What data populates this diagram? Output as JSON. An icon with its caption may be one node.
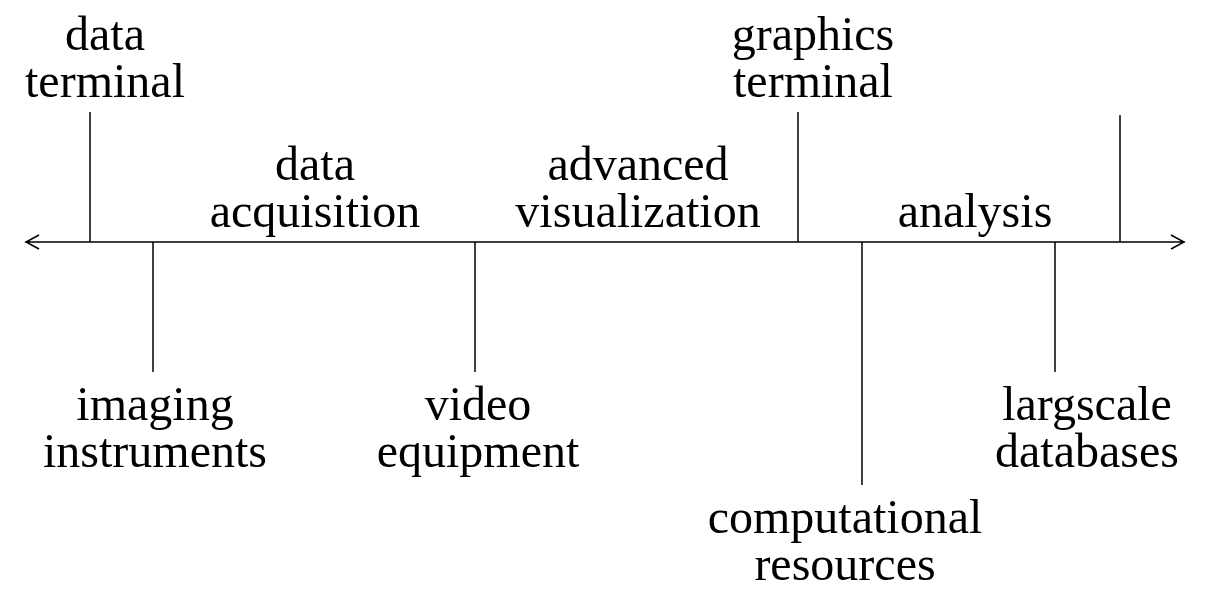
{
  "diagram": {
    "nodes": [
      {
        "text": [
          "data terminal"
        ]
      },
      {
        "text": [
          "graphics terminal"
        ]
      },
      {
        "text": [],
        "shape": "arrow"
      },
      {
        "text": [
          "imaging instruments"
        ]
      },
      {
        "text": [
          "video equipment"
        ]
      },
      {
        "text": [
          "computational resources"
        ]
      },
      {
        "text": [
          "largscale databases"
        ]
      }
    ],
    "edges": [
      {
        "from": 0,
        "to": 2,
        "arrow": "none"
      },
      {
        "from": 1,
        "to": 2,
        "arrow": "none"
      },
      {
        "from": 3,
        "to": 2,
        "arrow": "none"
      },
      {
        "from": 4,
        "to": 2,
        "arrow": "none"
      },
      {
        "from": 5,
        "to": 2,
        "arrow": "none"
      },
      {
        "from": 6,
        "to": 2,
        "arrow": "none"
      }
    ],
    "labels": [
      "data acquisition",
      "advanced visualization",
      "analysis"
    ]
  }
}
